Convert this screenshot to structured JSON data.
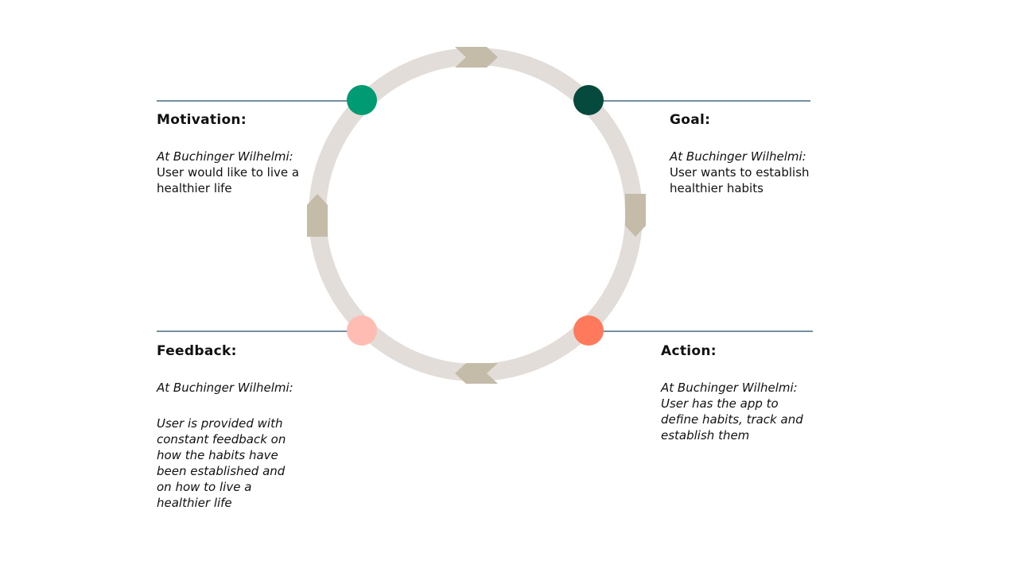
{
  "colors": {
    "ring": "#e2ddd8",
    "arrow": "#c5bba9",
    "line": "#1e4e6b",
    "background": "#ffffff",
    "motivation_dot": "#009b72",
    "goal_dot": "#064a3e",
    "action_dot": "#ff7a5c",
    "feedback_dot": "#ffbcb3"
  },
  "motivation": {
    "heading": "Motivation:",
    "subtitle": "At Buchinger Wilhelmi:",
    "lines": [
      "User would like to live a",
      "healthier life"
    ]
  },
  "goal": {
    "heading": "Goal:",
    "subtitle": "At Buchinger Wilhelmi:",
    "lines": [
      "User wants to establish",
      "healthier habits"
    ]
  },
  "feedback": {
    "heading": "Feedback:",
    "subtitle": "At Buchinger Wilhelmi:",
    "lines": [
      "User is provided with",
      "constant feedback on",
      "how the habits have",
      "been established and",
      "on how to live a",
      "healthier life"
    ]
  },
  "action": {
    "heading": "Action:",
    "subtitle": "At Buchinger Wilhelmi:",
    "lines": [
      "User has the app to",
      "define habits, track and",
      "establish them"
    ]
  }
}
